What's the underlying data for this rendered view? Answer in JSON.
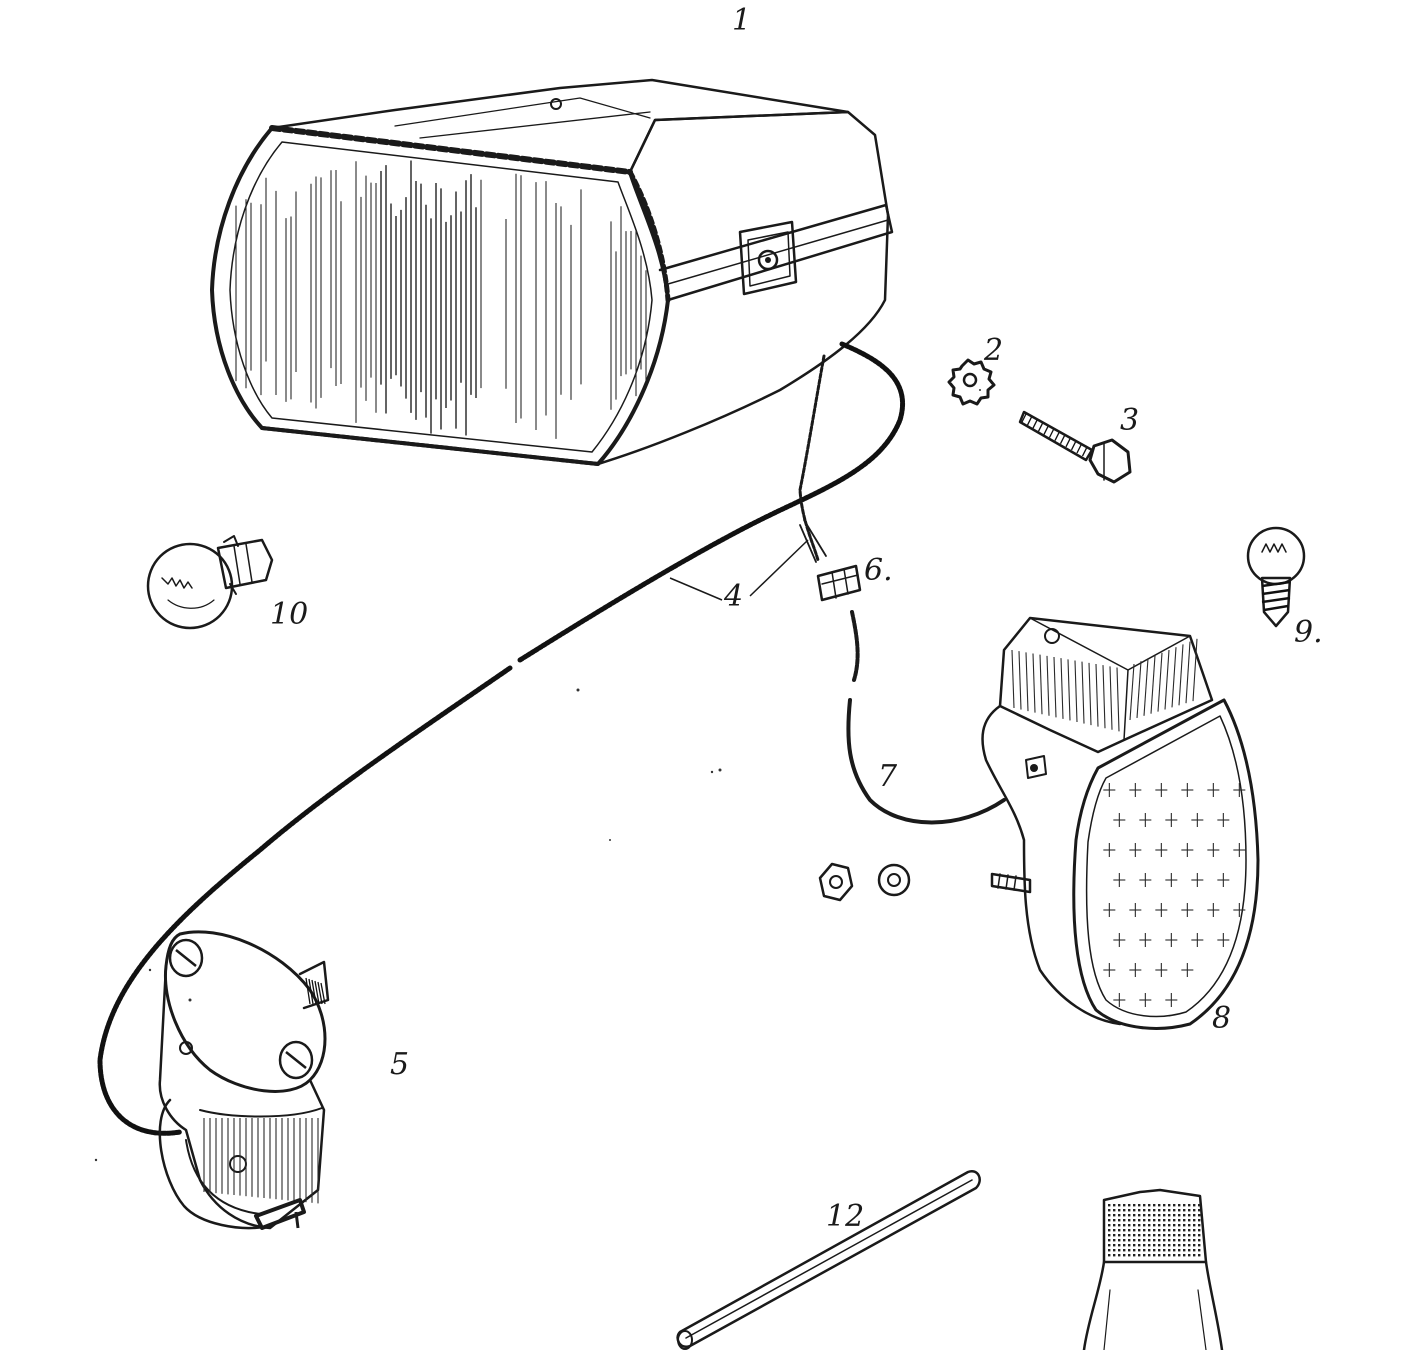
{
  "diagram": {
    "labels": {
      "part_1": "1",
      "part_2": "2",
      "part_3": "3",
      "part_4": "4",
      "part_5": "5",
      "part_6": "6.",
      "part_7": "7",
      "part_8": "8",
      "part_9": "9.",
      "part_10": "10",
      "part_12": "12"
    },
    "colors": {
      "ink": "#1a1a1a",
      "paper": "#ffffff"
    }
  }
}
